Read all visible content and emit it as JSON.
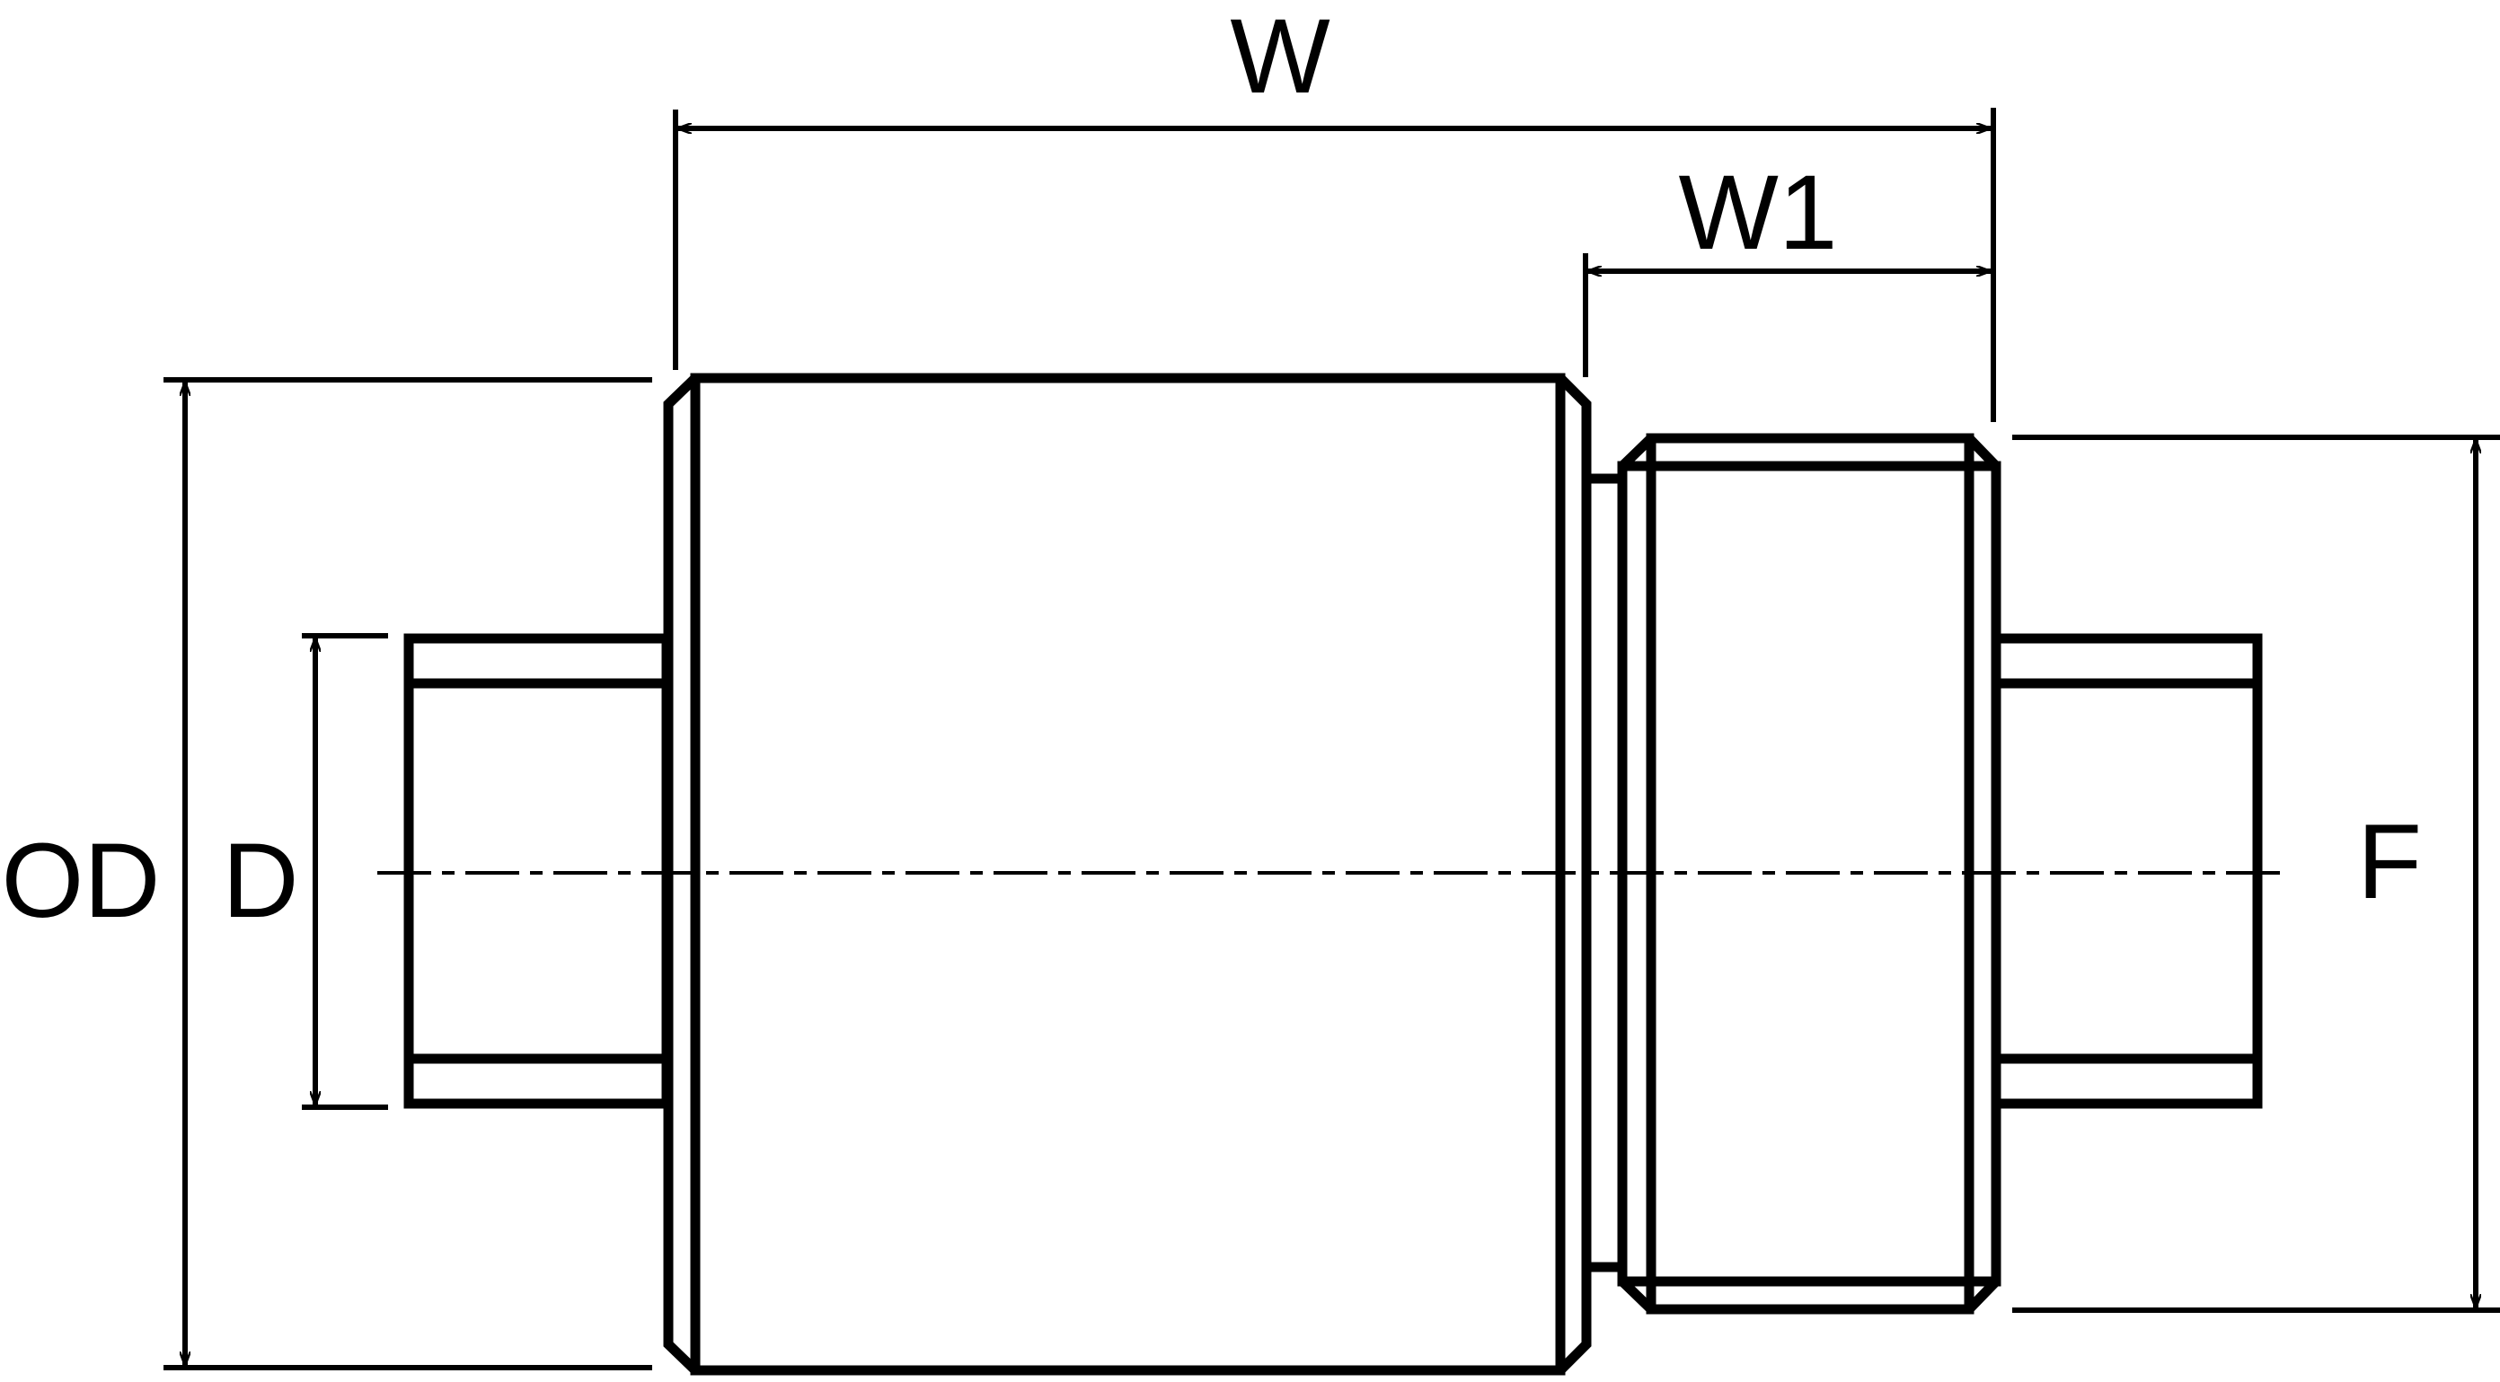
{
  "drawing": {
    "line_color": "#000000",
    "background": "#ffffff",
    "dimensions": {
      "w": "W",
      "w1": "W1",
      "od": "OD",
      "d": "D",
      "f": "F"
    }
  }
}
